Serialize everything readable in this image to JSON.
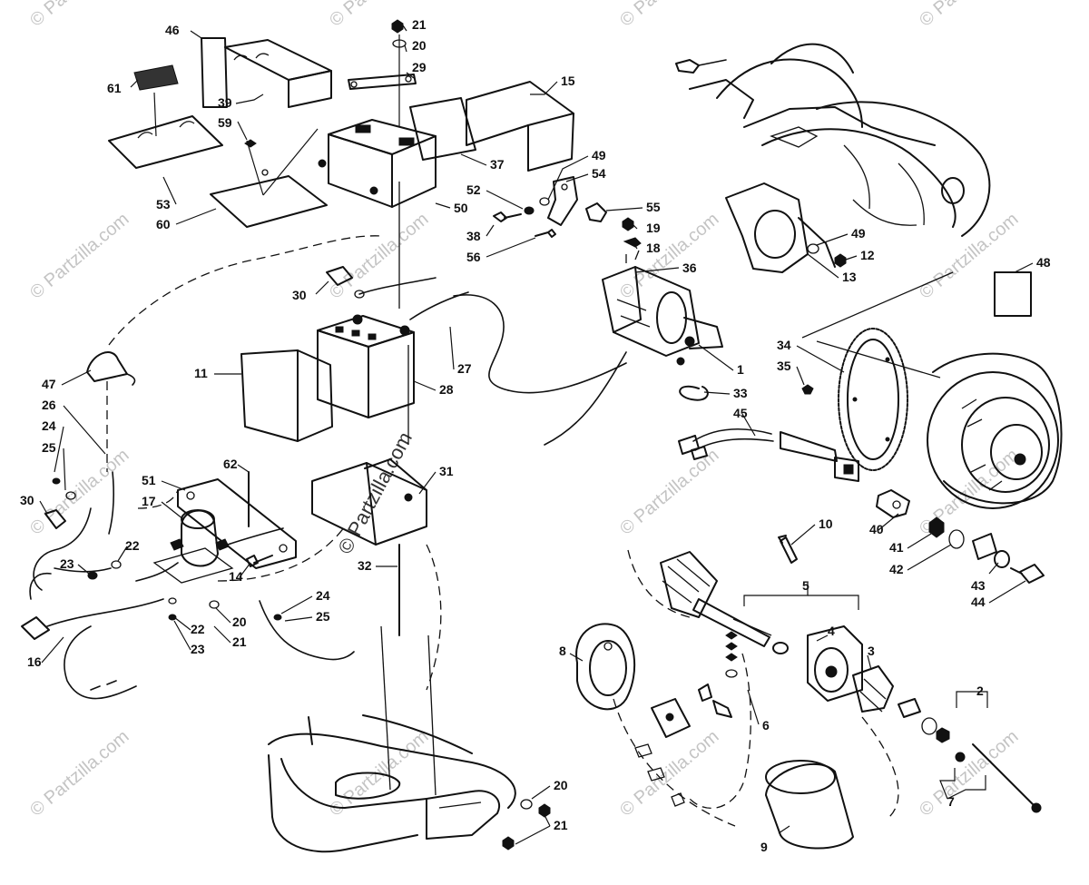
{
  "watermark": {
    "text": "© Partzilla.com",
    "center_text": "© Partzilla.com"
  },
  "callouts": [
    "1",
    "2",
    "3",
    "4",
    "5",
    "6",
    "7",
    "8",
    "9",
    "10",
    "11",
    "12",
    "13",
    "14",
    "15",
    "16",
    "17",
    "18",
    "19",
    "20",
    "21",
    "22",
    "23",
    "24",
    "25",
    "26",
    "27",
    "28",
    "29",
    "30",
    "31",
    "32",
    "33",
    "34",
    "35",
    "36",
    "37",
    "38",
    "39",
    "40",
    "41",
    "42",
    "43",
    "44",
    "45",
    "46",
    "47",
    "48",
    "49",
    "50",
    "51",
    "52",
    "53",
    "54",
    "55",
    "56",
    "59",
    "60",
    "61",
    "62"
  ],
  "labels": {
    "l46": "46",
    "l21a": "21",
    "l20a": "20",
    "l29": "29",
    "l15": "15",
    "l61": "61",
    "l39": "39",
    "l59": "59",
    "l37": "37",
    "l49a": "49",
    "l54": "54",
    "l52": "52",
    "l50": "50",
    "l55": "55",
    "l19": "19",
    "l53": "53",
    "l60": "60",
    "l38": "38",
    "l56": "56",
    "l18": "18",
    "l49b": "49",
    "l12": "12",
    "l36": "36",
    "l13": "13",
    "l48": "48",
    "l30a": "30",
    "l27": "27",
    "l11": "11",
    "l28": "28",
    "l47": "47",
    "l26": "26",
    "l24a": "24",
    "l25a": "25",
    "l1": "1",
    "l34": "34",
    "l35": "35",
    "l33": "33",
    "l45": "45",
    "l62": "62",
    "l31": "31",
    "l51": "51",
    "l30b": "30",
    "l17": "17",
    "l22a": "22",
    "l23a": "23",
    "l14": "14",
    "l32": "32",
    "l24b": "24",
    "l25b": "25",
    "l20b": "20",
    "l21b": "21",
    "l22b": "22",
    "l23b": "23",
    "l16": "16",
    "l40": "40",
    "l10": "10",
    "l41": "41",
    "l42": "42",
    "l43": "43",
    "l44": "44",
    "l5": "5",
    "l4": "4",
    "l3": "3",
    "l8": "8",
    "l6": "6",
    "l2": "2",
    "l7": "7",
    "l20c": "20",
    "l21c": "21",
    "l9": "9"
  }
}
